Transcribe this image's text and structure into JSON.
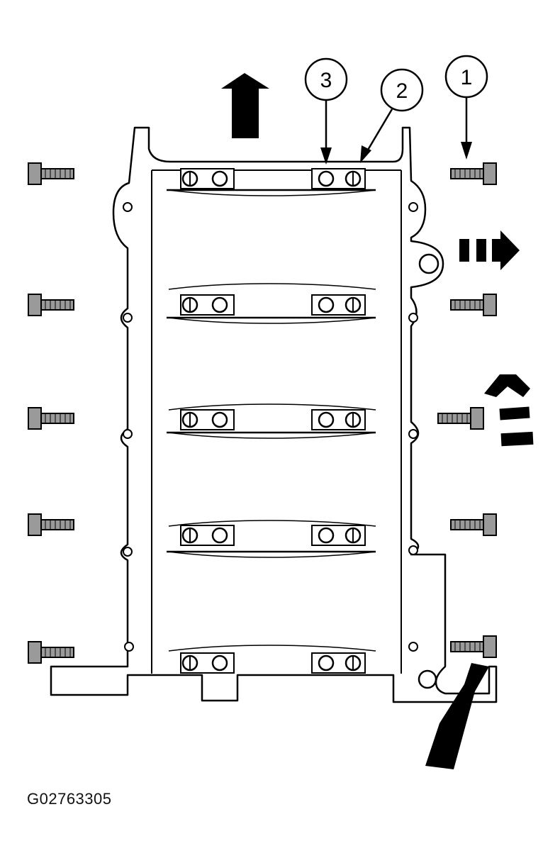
{
  "callouts": [
    {
      "id": "1",
      "label": "1"
    },
    {
      "id": "2",
      "label": "2"
    },
    {
      "id": "3",
      "label": "3"
    }
  ],
  "figure_id": "G02763305",
  "colors": {
    "line": "#000000",
    "background": "#ffffff",
    "bolt_fill": "#9a9a9a"
  }
}
